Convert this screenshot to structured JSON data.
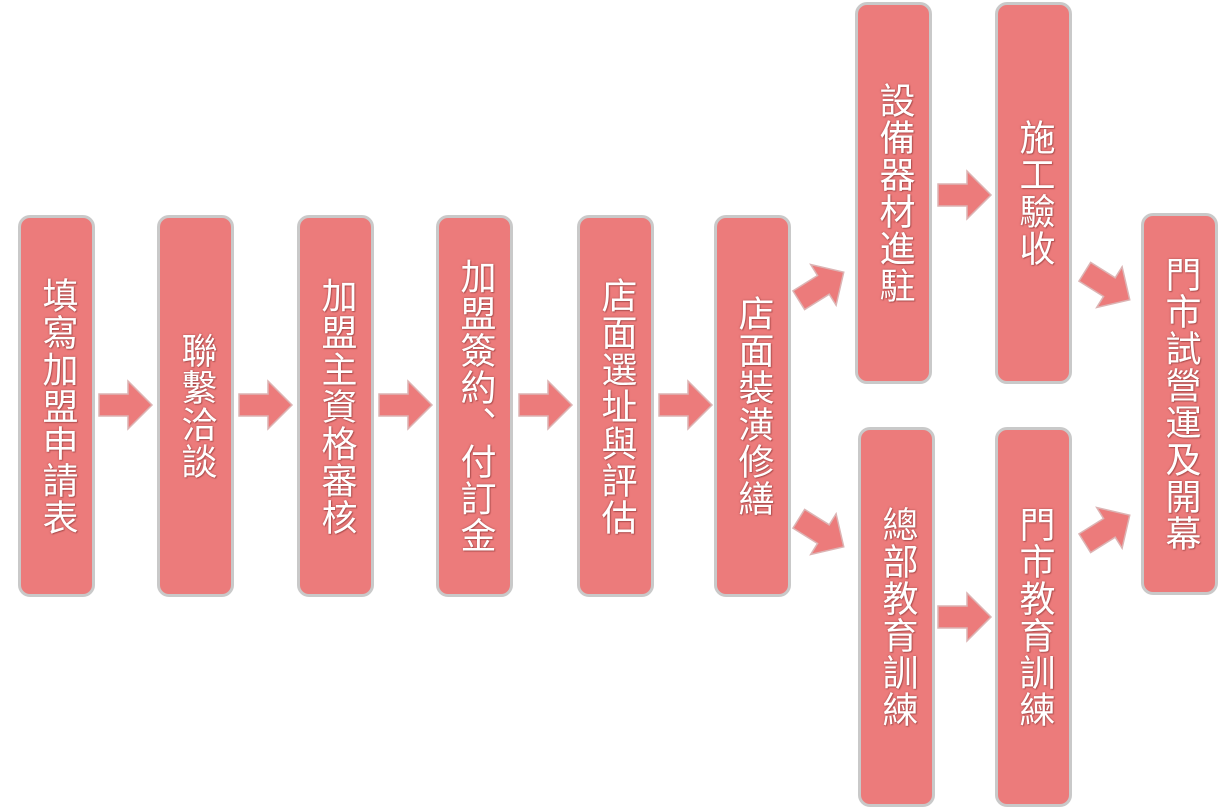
{
  "colors": {
    "box_fill": "#ec7b7b",
    "box_border": "#c9c9c9",
    "text": "#ffffff",
    "arrow": "#ec7b7b"
  },
  "steps": [
    {
      "id": "s1",
      "label": "填寫加盟申請表"
    },
    {
      "id": "s2",
      "label": "聯繫洽談"
    },
    {
      "id": "s3",
      "label": "加盟主資格審核"
    },
    {
      "id": "s4",
      "label": "加盟簽約、付訂金"
    },
    {
      "id": "s5",
      "label": "店面選址與評估"
    },
    {
      "id": "s6",
      "label": "店面裝潢修繕"
    },
    {
      "id": "s7",
      "label": "設備器材進駐"
    },
    {
      "id": "s8",
      "label": "施工驗收"
    },
    {
      "id": "s9",
      "label": "總部教育訓練"
    },
    {
      "id": "s10",
      "label": "門市教育訓練"
    },
    {
      "id": "s11",
      "label": "門市試營運及開幕"
    }
  ]
}
